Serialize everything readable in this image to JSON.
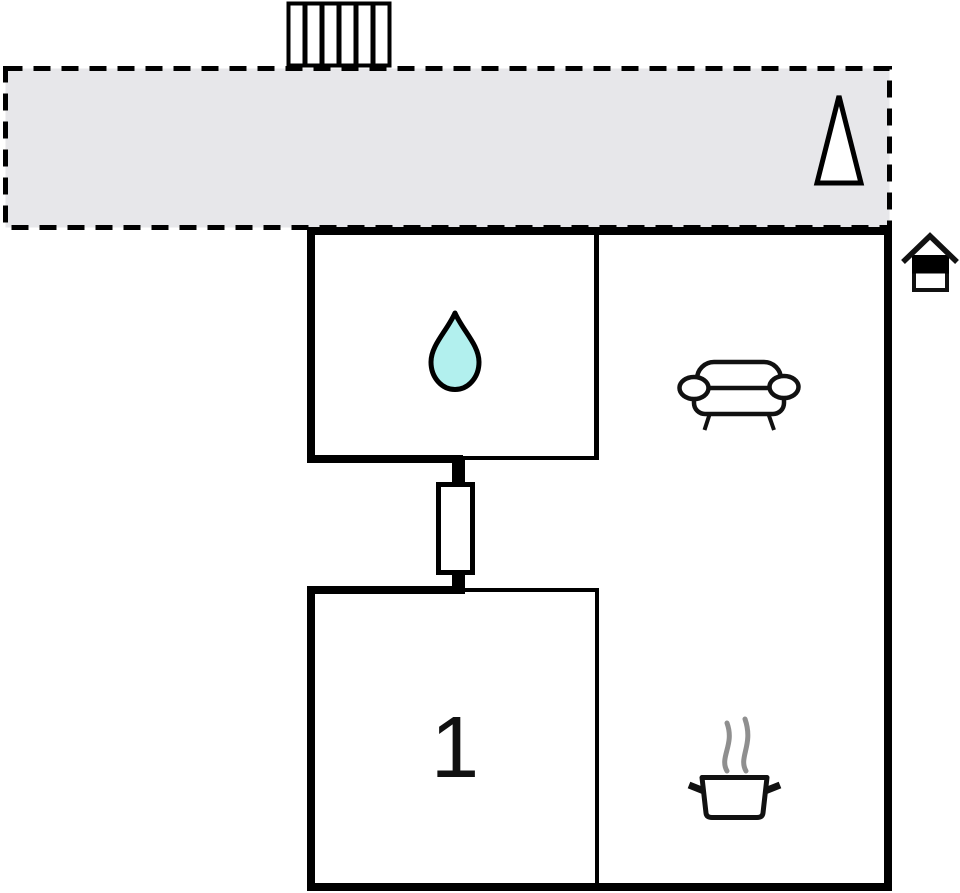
{
  "page": {
    "type": "holiday-home-floor-plan"
  },
  "colors": {
    "background": "#ffffff",
    "wall": "#000000",
    "terrace_fill": "#e7e7ea",
    "terrace_border": "#000000",
    "water_drop_fill": "#b2f0ee",
    "steam": "#8f8f8f",
    "icon_stroke": "#111111"
  },
  "outdoor": {
    "terrace": {
      "name": "terrace",
      "outline_style": "dashed",
      "icons": [
        "stairs-icon",
        "tree-icon"
      ]
    }
  },
  "building": {
    "entrance_marker": "house-entrance-icon",
    "rooms": {
      "bathroom": {
        "label": "",
        "icon": "water-drop-icon"
      },
      "living_room": {
        "label": "",
        "icon": "sofa-icon"
      },
      "kitchen": {
        "label": "",
        "icon": "cooking-pot-steam-icon"
      },
      "bedroom": {
        "label": "1",
        "icon": ""
      },
      "connector": {
        "label": "",
        "icon": "passage-connector"
      }
    }
  }
}
